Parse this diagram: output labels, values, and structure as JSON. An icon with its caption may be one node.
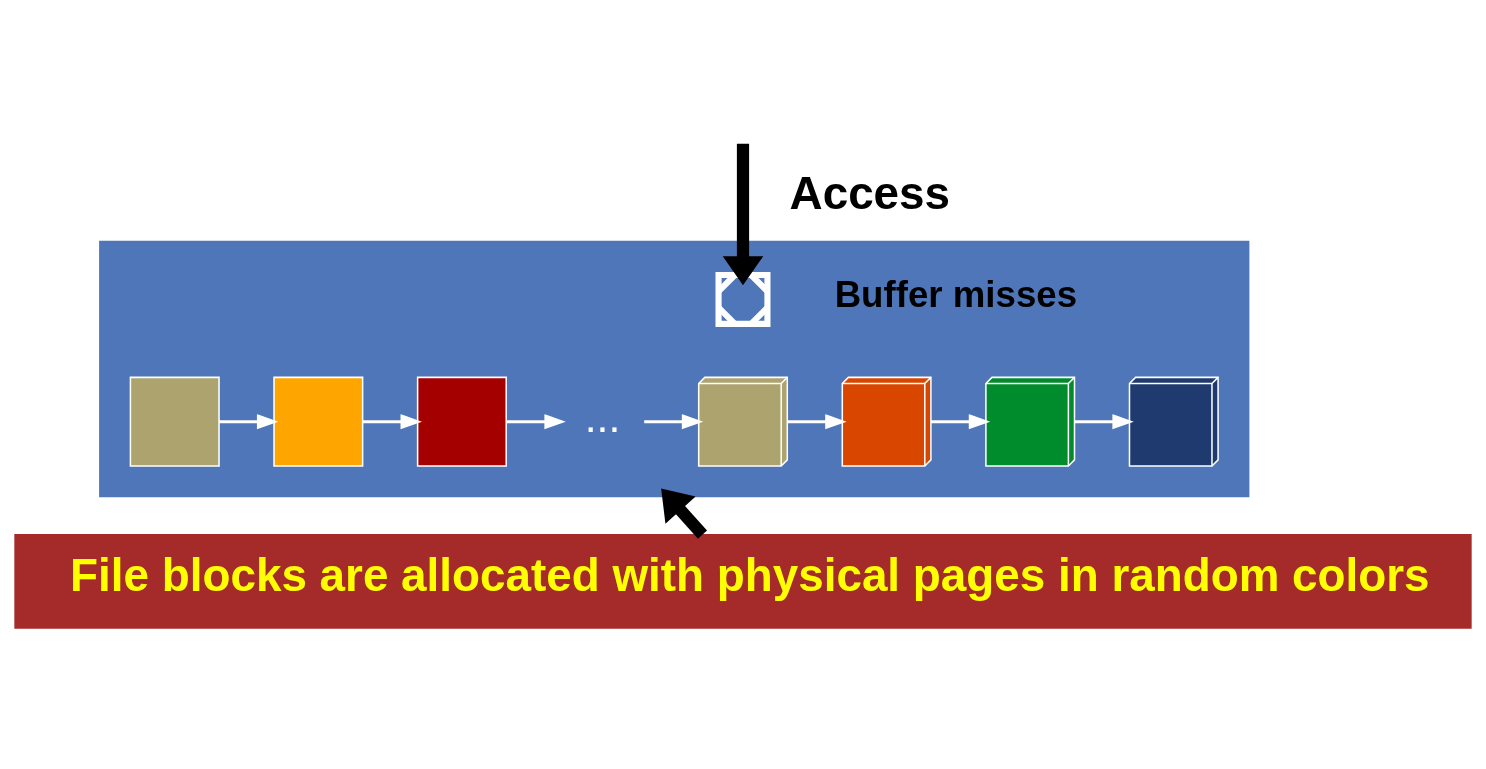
{
  "diagram": {
    "nodes": [
      {
        "text": [],
        "shape": "box"
      },
      {
        "text": [],
        "shape": "cross",
        "in": 0,
        "beside": [
          "Buffer misses"
        ]
      },
      {
        "text": [],
        "shape": "box",
        "in": 0
      },
      {
        "text": [],
        "shape": "box",
        "in": 0
      },
      {
        "text": [],
        "shape": "box",
        "in": 0
      },
      {
        "text": [
          "..."
        ],
        "in": 0
      },
      {
        "text": [],
        "shape": "box",
        "in": 0
      },
      {
        "text": [],
        "shape": "box",
        "in": 0
      },
      {
        "text": [],
        "shape": "box",
        "in": 0
      },
      {
        "text": [],
        "shape": "box",
        "in": 0
      },
      {
        "text": [
          "File blocks are allocated with physical pages in random colors"
        ]
      }
    ],
    "edges": [
      {
        "from": null,
        "to": 1,
        "arrow": "to",
        "label": "Access",
        "style": "thick",
        "color": "#000000"
      },
      {
        "from": 2,
        "to": 3,
        "arrow": "to"
      },
      {
        "from": 3,
        "to": 4,
        "arrow": "to"
      },
      {
        "from": 4,
        "to": 5,
        "arrow": "to"
      },
      {
        "from": 5,
        "to": 6,
        "arrow": "to"
      },
      {
        "from": 6,
        "to": 7,
        "arrow": "to"
      },
      {
        "from": 7,
        "to": 8,
        "arrow": "to"
      },
      {
        "from": 8,
        "to": 9,
        "arrow": "to"
      },
      {
        "from": 10,
        "to": 0,
        "arrow": "to",
        "style": "thick",
        "color": "#000000"
      }
    ]
  }
}
